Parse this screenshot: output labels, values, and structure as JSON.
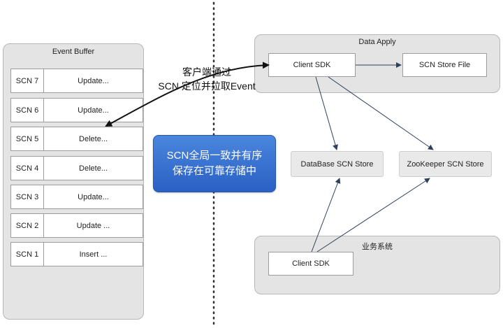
{
  "event_buffer": {
    "title": "Event Buffer",
    "rows": [
      {
        "scn": "SCN 7",
        "op": "Update..."
      },
      {
        "scn": "SCN 6",
        "op": "Update..."
      },
      {
        "scn": "SCN 5",
        "op": "Delete..."
      },
      {
        "scn": "SCN 4",
        "op": "Delete..."
      },
      {
        "scn": "SCN 3",
        "op": "Update..."
      },
      {
        "scn": "SCN 2",
        "op": "Update ..."
      },
      {
        "scn": "SCN 1",
        "op": "Insert ..."
      }
    ]
  },
  "locate_label": {
    "line1": "客户端通过",
    "line2": "SCN 定位并拉取Event"
  },
  "scn_badge": {
    "line1": "SCN全局一致并有序",
    "line2": "保存在可靠存储中"
  },
  "data_apply": {
    "title": "Data Apply",
    "client_sdk": "Client SDK",
    "scn_store_file": "SCN Store File"
  },
  "stores": {
    "database": "DataBase SCN Store",
    "zookeeper": "ZooKeeper SCN Store"
  },
  "business": {
    "title": "业务系统",
    "client_sdk": "Client SDK"
  },
  "colors": {
    "panel": "#e4e4e4",
    "badge": "#3a72d3",
    "arrow": "#2f3f5c"
  }
}
